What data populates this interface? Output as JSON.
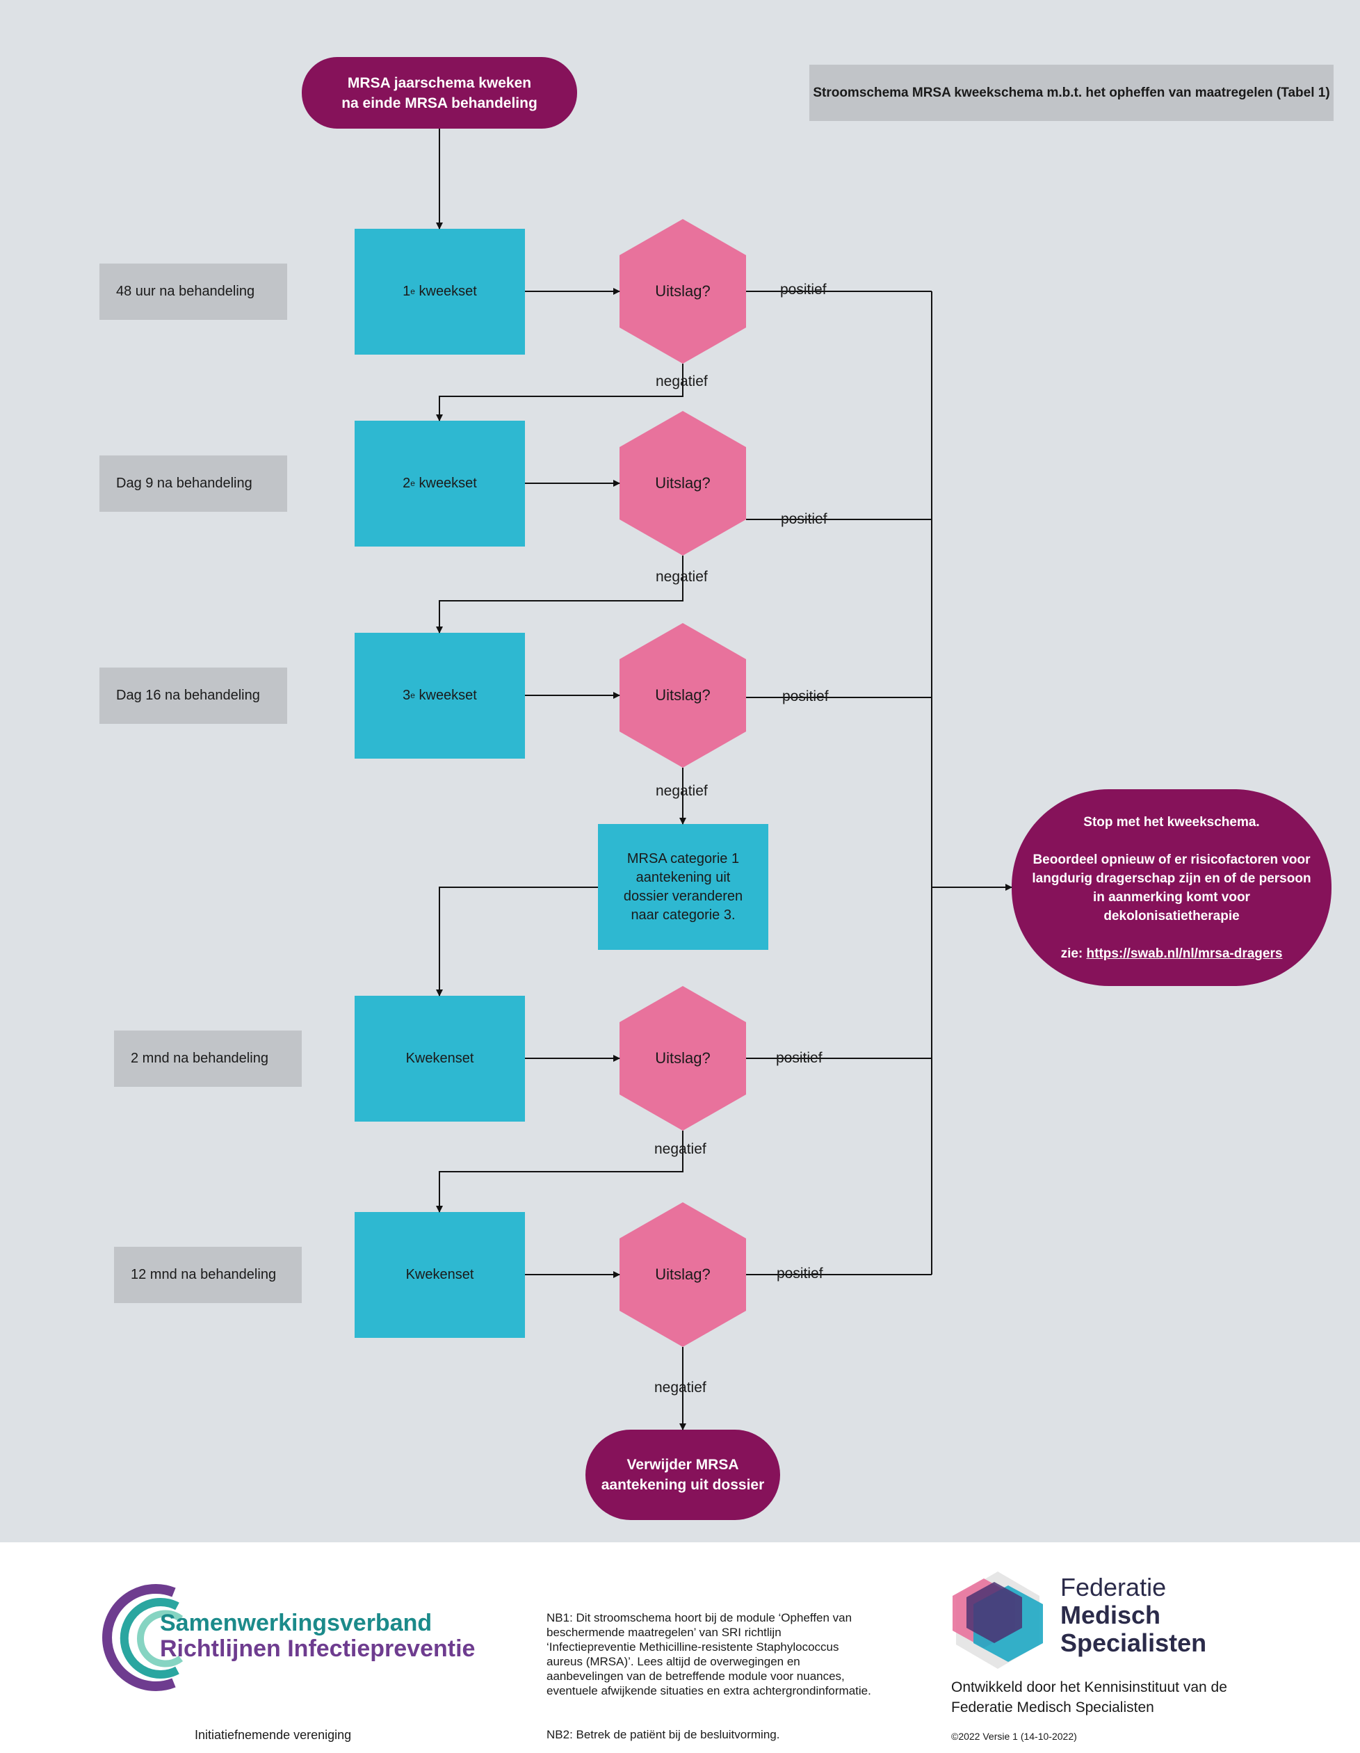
{
  "title": "Stroomschema MRSA kweekschema m.b.t. het opheffen van maatregelen (Tabel 1)",
  "start": {
    "line1": "MRSA jaarschema kweken",
    "line2": "na einde MRSA behandeling"
  },
  "rows": [
    {
      "time_label": "48 uur na behandeling",
      "set_prefix": "1",
      "set_sup": "e",
      "set_suffix": " kweekset",
      "decision": "Uitslag?",
      "positive": "positief",
      "negative": "negatief"
    },
    {
      "time_label": "Dag 9 na behandeling",
      "set_prefix": "2",
      "set_sup": "e",
      "set_suffix": " kweekset",
      "decision": "Uitslag?",
      "positive": "positief",
      "negative": "negatief"
    },
    {
      "time_label": "Dag 16 na behandeling",
      "set_prefix": "3",
      "set_sup": "e",
      "set_suffix": " kweekset",
      "decision": "Uitslag?",
      "positive": "positief",
      "negative": "negatief"
    },
    {
      "time_label": "2 mnd na behandeling",
      "set_prefix": "Kwekenset",
      "set_sup": "",
      "set_suffix": "",
      "decision": "Uitslag?",
      "positive": "positief",
      "negative": "negatief"
    },
    {
      "time_label": "12 mnd na behandeling",
      "set_prefix": "Kwekenset",
      "set_sup": "",
      "set_suffix": "",
      "decision": "Uitslag?",
      "positive": "positief",
      "negative": "negatief"
    }
  ],
  "category_box": "MRSA categorie 1 aantekening uit dossier veranderen naar categorie 3.",
  "stop": {
    "line1": "Stop met het kweekschema.",
    "line2": "Beoordeel opnieuw of er risicofactoren voor langdurig dragerschap zijn en of de persoon in aanmerking komt voor dekolonisatietherapie",
    "see_prefix": "zie: ",
    "link": "https://swab.nl/nl/mrsa-dragers"
  },
  "end": {
    "line1": "Verwijder MRSA",
    "line2": "aantekening uit dossier"
  },
  "footer": {
    "org_line1": "Samenwerkingsverband",
    "org_line2": "Richtlijnen Infectiepreventie",
    "org_caption": "Initiatiefnemende vereniging",
    "nb1": "NB1: Dit stroomschema hoort bij de module ‘Opheffen van beschermende maatregelen’ van SRI richtlijn ‘Infectiepreventie Methicilline-resistente Staphylococcus aureus (MRSA)’. Lees altijd de overwegingen en aanbevelingen van de betreffende module voor nuances, eventuele afwijkende situaties en extra achtergrondinformatie.",
    "nb2": "NB2: Betrek de patiënt bij de besluitvorming.",
    "fms_line1": "Federatie",
    "fms_line2": "Medisch",
    "fms_line3": "Specialisten",
    "dev_line1": "Ontwikkeld door het Kennisinstituut van de",
    "dev_line2": "Federatie Medisch Specialisten",
    "version": "©2022 Versie 1 (14-10-2022)"
  },
  "colors": {
    "purple": "#86125a",
    "teal": "#2eb8d1",
    "pink": "#e8729c",
    "grey_box": "#c1c4c8",
    "background": "#dde1e5"
  }
}
